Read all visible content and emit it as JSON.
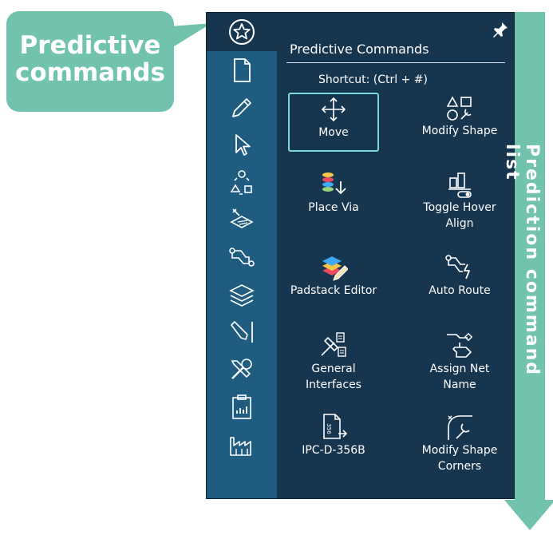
{
  "callout": {
    "line1": "Predictive",
    "line2": "commands"
  },
  "arrow_label": "Prediction command list",
  "panel": {
    "title": "Predictive Commands",
    "shortcut": "Shortcut: (Ctrl + #)",
    "pin_icon": "pin-icon",
    "sidebar_icons": [
      "star-icon",
      "document-icon",
      "pencil-icon",
      "cursor-arrow-icon",
      "shape-cycle-icon",
      "layer-edit-icon",
      "route-icon",
      "layers-icon",
      "draw-line-icon",
      "tools-icon",
      "report-icon",
      "factory-icon"
    ],
    "commands": [
      {
        "label": "Move",
        "icon": "move-icon",
        "selected": true
      },
      {
        "label": "Modify Shape",
        "icon": "modify-shape-icon"
      },
      {
        "label": "Place Via",
        "icon": "place-via-icon"
      },
      {
        "label": "Toggle Hover Align",
        "icon": "toggle-hover-align-icon"
      },
      {
        "label": "Padstack Editor",
        "icon": "padstack-editor-icon"
      },
      {
        "label": "Auto Route",
        "icon": "auto-route-icon"
      },
      {
        "label": "General Interfaces",
        "icon": "general-interfaces-icon"
      },
      {
        "label": "Assign Net Name",
        "icon": "assign-net-name-icon"
      },
      {
        "label": "IPC-D-356B",
        "icon": "ipc-d-356b-icon"
      },
      {
        "label": "Modify Shape Corners",
        "icon": "modify-shape-corners-icon"
      }
    ],
    "colors": {
      "panel_bg": "#163650",
      "sidebar_bg": "#1f5c80",
      "accent": "#72c3ae",
      "selected_border": "#7ed6d6"
    }
  }
}
